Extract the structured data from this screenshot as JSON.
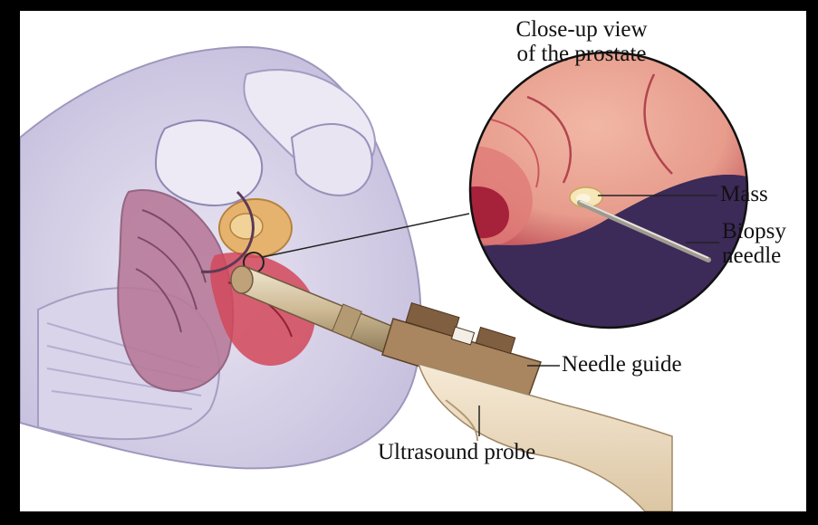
{
  "diagram": {
    "closeup_title_line1": "Close-up view",
    "closeup_title_line2": "of the prostate",
    "labels": {
      "mass": "Mass",
      "biopsy_line1": "Biopsy",
      "biopsy_line2": "needle",
      "needle_guide": "Needle guide",
      "ultrasound_probe": "Ultrasound probe"
    },
    "colors": {
      "background": "#000000",
      "panel": "#ffffff",
      "tissue_pink": "#e8a49a",
      "tissue_red": "#c2404a",
      "tissue_lavender": "#c9c3df",
      "closeup_dark": "#3c2a58",
      "probe_tan": "#cdb893",
      "needle_guide_brown": "#8a6a4a"
    }
  }
}
